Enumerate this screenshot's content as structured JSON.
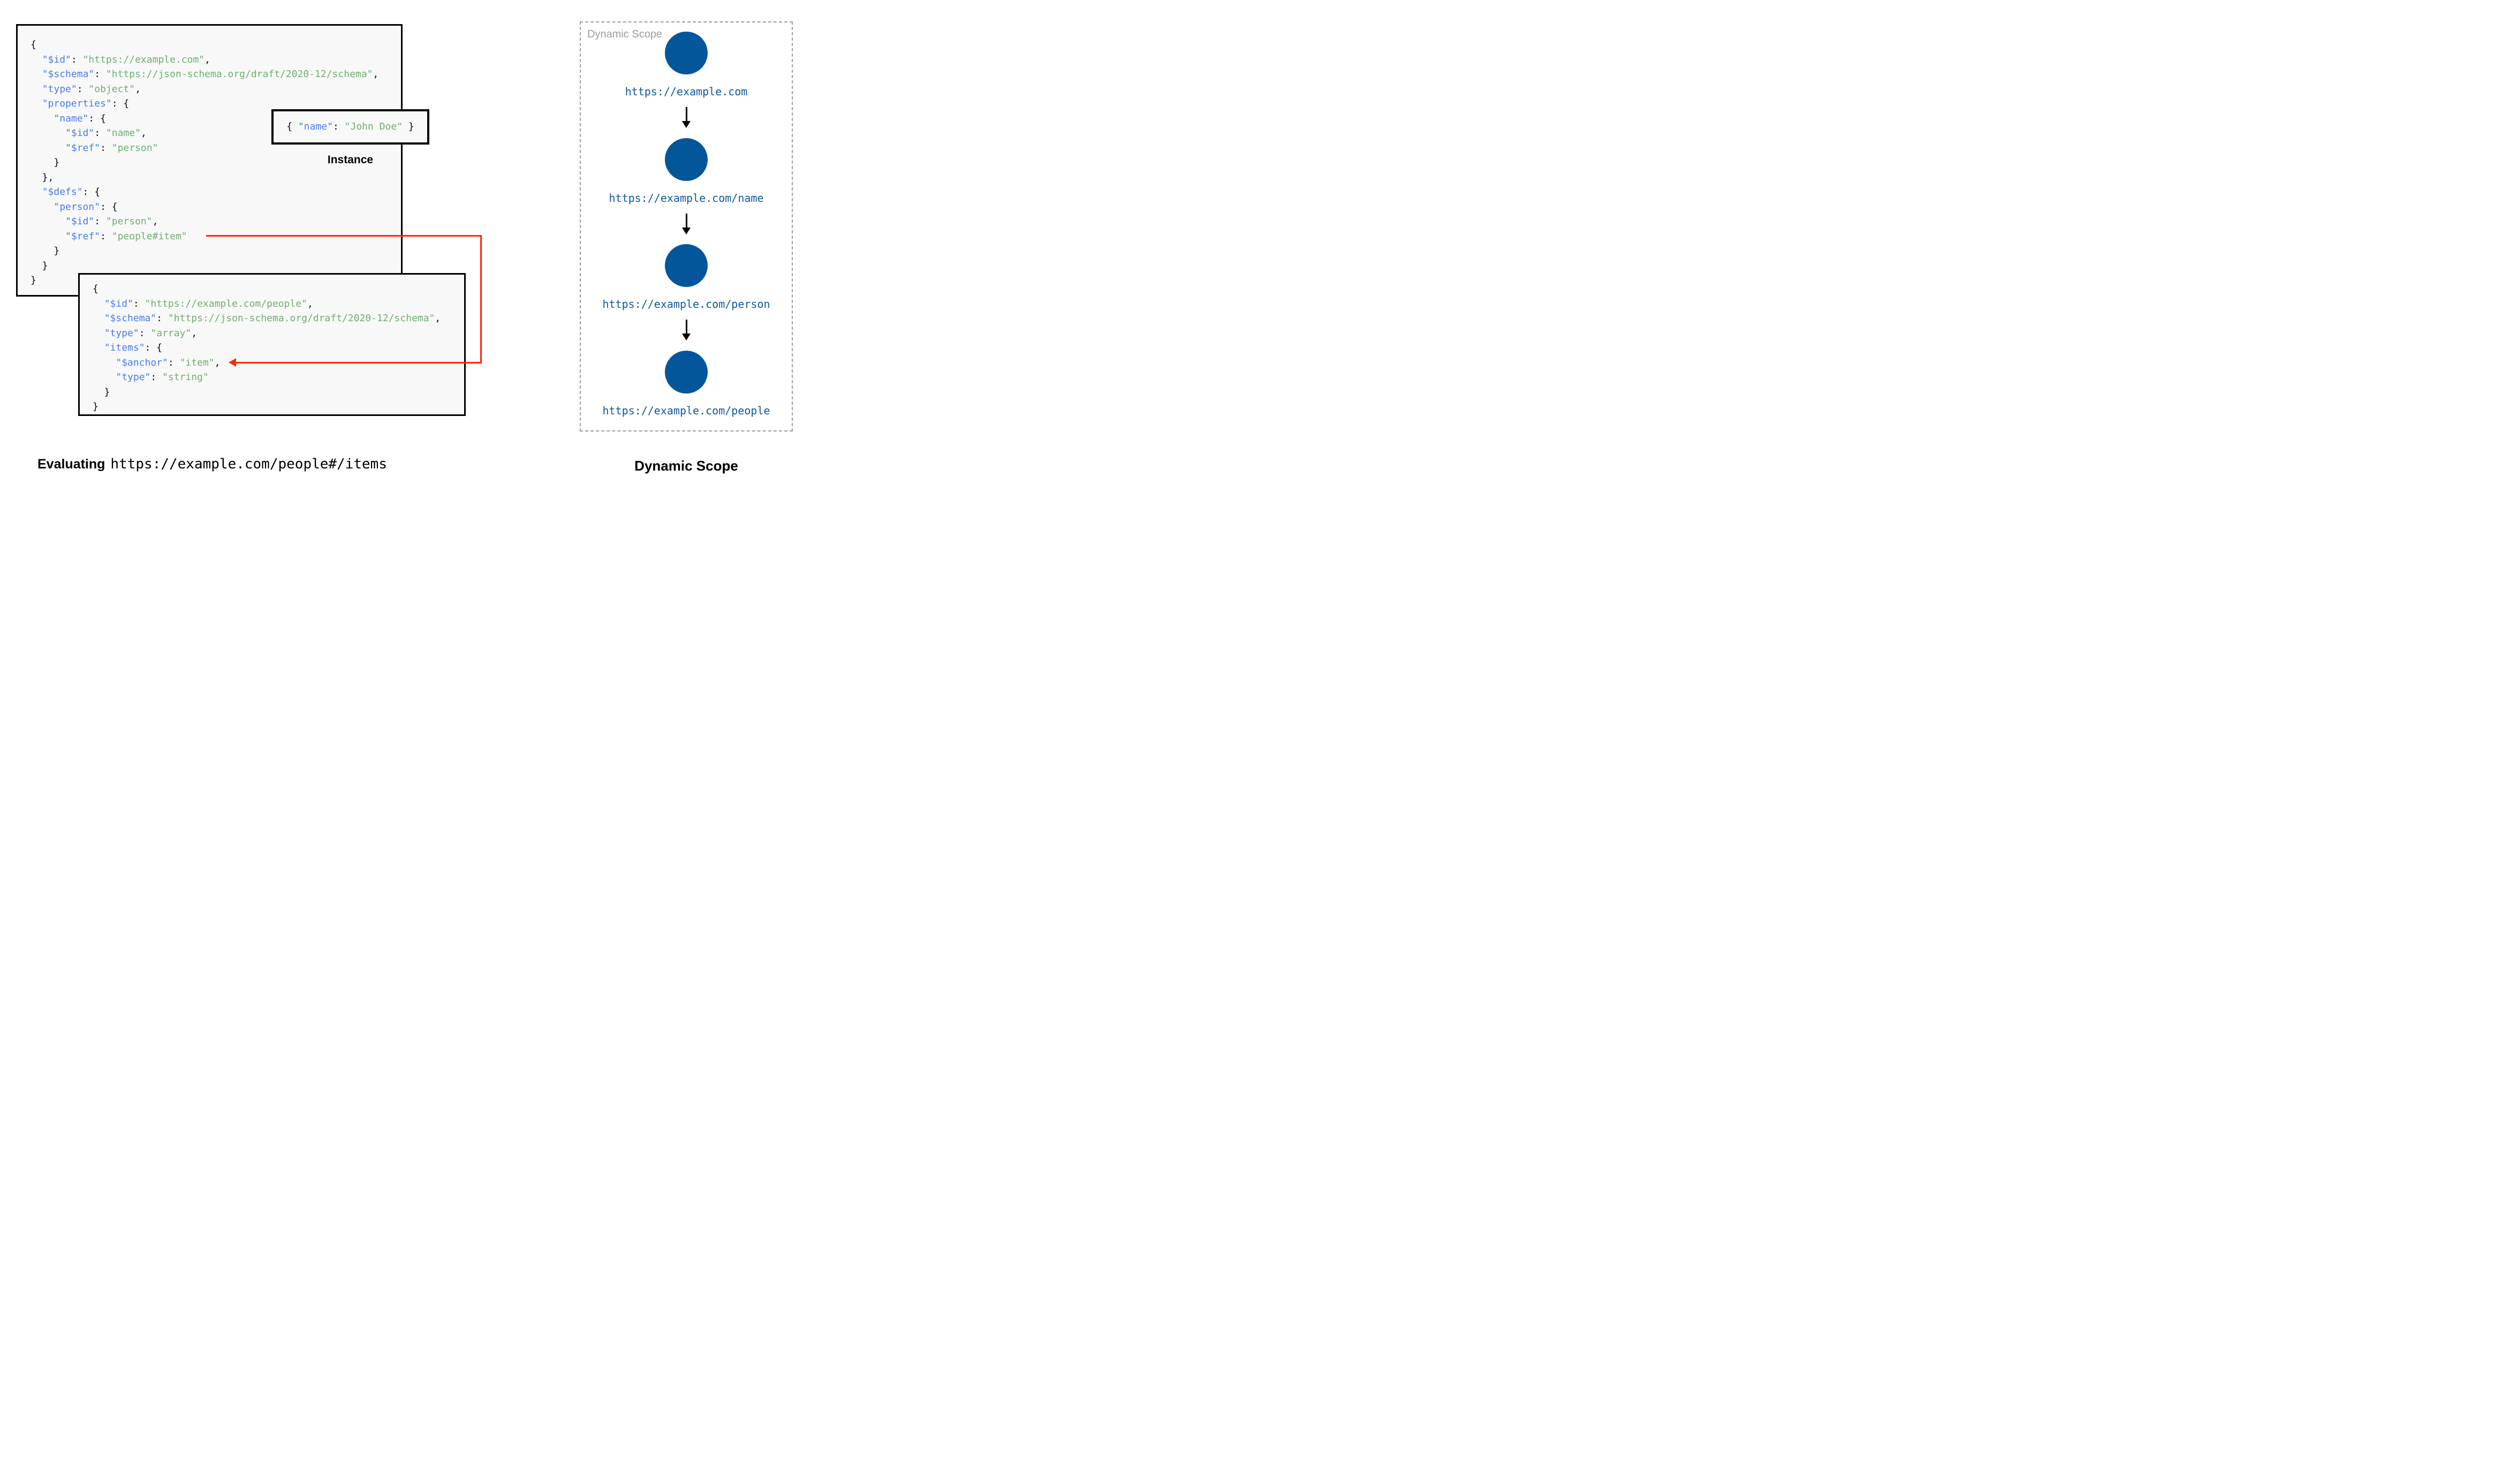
{
  "colors": {
    "json_key": "#4a7be7",
    "json_string": "#6fae70",
    "json_punct": "#0a0a0a",
    "red_arrow": "#ff2805",
    "node_blue": "#04569b",
    "url_blue": "#0d579e",
    "box_fill": "#f8f8f8",
    "box_border": "#000000",
    "panel_border": "#9c9c9c",
    "watermark_gray": "#9c9c9c"
  },
  "schema1": {
    "lines": [
      [
        [
          "p",
          "{"
        ]
      ],
      [
        [
          "p",
          "  "
        ],
        [
          "k",
          "\"$id\""
        ],
        [
          "p",
          ": "
        ],
        [
          "s",
          "\"https://example.com\""
        ],
        [
          "p",
          ","
        ]
      ],
      [
        [
          "p",
          "  "
        ],
        [
          "k",
          "\"$schema\""
        ],
        [
          "p",
          ": "
        ],
        [
          "s",
          "\"https://json-schema.org/draft/2020-12/schema\""
        ],
        [
          "p",
          ","
        ]
      ],
      [
        [
          "p",
          "  "
        ],
        [
          "k",
          "\"type\""
        ],
        [
          "p",
          ": "
        ],
        [
          "s",
          "\"object\""
        ],
        [
          "p",
          ","
        ]
      ],
      [
        [
          "p",
          "  "
        ],
        [
          "k",
          "\"properties\""
        ],
        [
          "p",
          ": {"
        ]
      ],
      [
        [
          "p",
          "    "
        ],
        [
          "k",
          "\"name\""
        ],
        [
          "p",
          ": {"
        ]
      ],
      [
        [
          "p",
          "      "
        ],
        [
          "k",
          "\"$id\""
        ],
        [
          "p",
          ": "
        ],
        [
          "s",
          "\"name\""
        ],
        [
          "p",
          ","
        ]
      ],
      [
        [
          "p",
          "      "
        ],
        [
          "k",
          "\"$ref\""
        ],
        [
          "p",
          ": "
        ],
        [
          "s",
          "\"person\""
        ]
      ],
      [
        [
          "p",
          "    }"
        ]
      ],
      [
        [
          "p",
          "  },"
        ]
      ],
      [
        [
          "p",
          "  "
        ],
        [
          "k",
          "\"$defs\""
        ],
        [
          "p",
          ": {"
        ]
      ],
      [
        [
          "p",
          "    "
        ],
        [
          "k",
          "\"person\""
        ],
        [
          "p",
          ": {"
        ]
      ],
      [
        [
          "p",
          "      "
        ],
        [
          "k",
          "\"$id\""
        ],
        [
          "p",
          ": "
        ],
        [
          "s",
          "\"person\""
        ],
        [
          "p",
          ","
        ]
      ],
      [
        [
          "p",
          "      "
        ],
        [
          "k",
          "\"$ref\""
        ],
        [
          "p",
          ": "
        ],
        [
          "s",
          "\"people#item\""
        ]
      ],
      [
        [
          "p",
          "    }"
        ]
      ],
      [
        [
          "p",
          "  }"
        ]
      ],
      [
        [
          "p",
          "}"
        ]
      ]
    ]
  },
  "schema2": {
    "lines": [
      [
        [
          "p",
          "{"
        ]
      ],
      [
        [
          "p",
          "  "
        ],
        [
          "k",
          "\"$id\""
        ],
        [
          "p",
          ": "
        ],
        [
          "s",
          "\"https://example.com/people\""
        ],
        [
          "p",
          ","
        ]
      ],
      [
        [
          "p",
          "  "
        ],
        [
          "k",
          "\"$schema\""
        ],
        [
          "p",
          ": "
        ],
        [
          "s",
          "\"https://json-schema.org/draft/2020-12/schema\""
        ],
        [
          "p",
          ","
        ]
      ],
      [
        [
          "p",
          "  "
        ],
        [
          "k",
          "\"type\""
        ],
        [
          "p",
          ": "
        ],
        [
          "s",
          "\"array\""
        ],
        [
          "p",
          ","
        ]
      ],
      [
        [
          "p",
          "  "
        ],
        [
          "k",
          "\"items\""
        ],
        [
          "p",
          ": {"
        ]
      ],
      [
        [
          "p",
          "    "
        ],
        [
          "k",
          "\"$anchor\""
        ],
        [
          "p",
          ": "
        ],
        [
          "s",
          "\"item\""
        ],
        [
          "p",
          ","
        ]
      ],
      [
        [
          "p",
          "    "
        ],
        [
          "k",
          "\"type\""
        ],
        [
          "p",
          ": "
        ],
        [
          "s",
          "\"string\""
        ]
      ],
      [
        [
          "p",
          "  }"
        ]
      ],
      [
        [
          "p",
          "}"
        ]
      ]
    ]
  },
  "instance": {
    "lines": [
      [
        [
          "p",
          "{ "
        ],
        [
          "k",
          "\"name\""
        ],
        [
          "p",
          ": "
        ],
        [
          "s",
          "\"John Doe\""
        ],
        [
          "p",
          " }"
        ]
      ]
    ],
    "label": "Instance"
  },
  "dynamic_scope": {
    "watermark": "Dynamic Scope",
    "caption": "Dynamic Scope",
    "nodes": [
      "https://example.com",
      "https://example.com/name",
      "https://example.com/person",
      "https://example.com/people"
    ]
  },
  "caption": {
    "prefix": "Evaluating",
    "uri": "https://example.com/people#/items"
  }
}
